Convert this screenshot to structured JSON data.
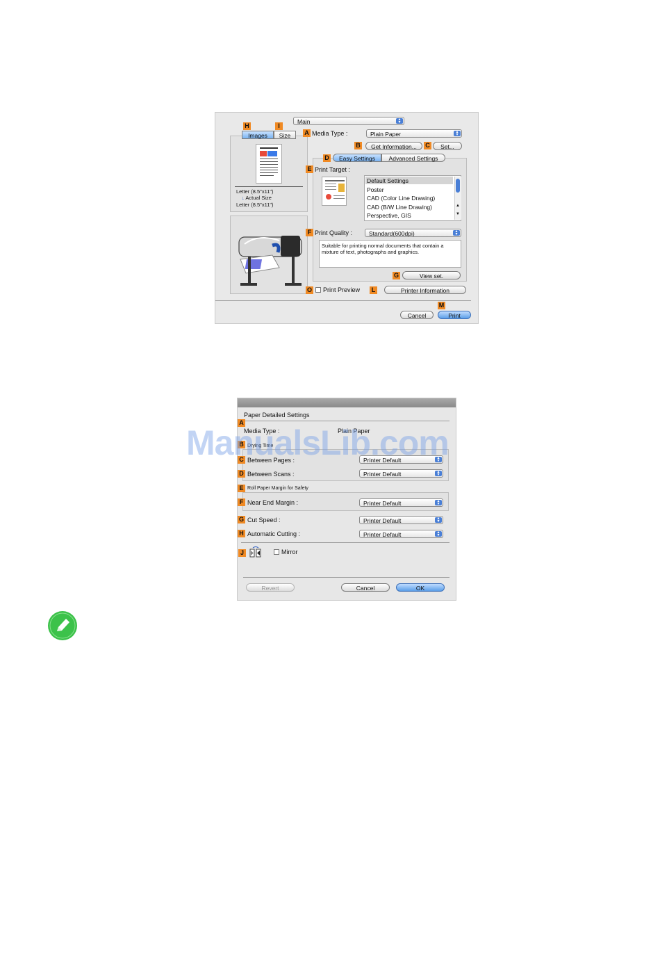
{
  "dialog_main": {
    "print_settings_select": "Main",
    "tabs": [
      "Images",
      "Size"
    ],
    "badges": {
      "A": "A",
      "B": "B",
      "C": "C",
      "D": "D",
      "E": "E",
      "F": "F",
      "G": "G",
      "H": "H",
      "I": "I",
      "L": "L",
      "M": "M",
      "O": "O"
    },
    "preview": {
      "paper_from": "Letter (8.5\"x11\")",
      "arrow_label": "Actual Size",
      "paper_to": "Letter (8.5\"x11\")"
    },
    "media_type_label": "Media Type :",
    "media_type_value": "Plain Paper",
    "get_information_button": "Get Information...",
    "set_button": "Set...",
    "settings_tabs": [
      "Easy Settings",
      "Advanced Settings"
    ],
    "print_target_label": "Print Target :",
    "print_target_items": [
      "Default Settings",
      "Poster",
      "CAD (Color Line Drawing)",
      "CAD (B/W Line Drawing)",
      "Perspective, GIS"
    ],
    "print_quality_label": "Print Quality :",
    "print_quality_value": "Standard(600dpi)",
    "description": "Suitable for printing normal documents that contain a mixture of text, photographs and graphics.",
    "view_set_button": "View set.",
    "print_preview_label": "Print Preview",
    "printer_information_button": "Printer Information",
    "cancel_button": "Cancel",
    "print_button": "Print"
  },
  "dialog_paper": {
    "title": "Paper Detailed Settings",
    "badges": {
      "A": "A",
      "B": "B",
      "C": "C",
      "D": "D",
      "E": "E",
      "F": "F",
      "G": "G",
      "H": "H",
      "J": "J"
    },
    "media_type_label": "Media Type :",
    "media_type_value": "Plain Paper",
    "drying_time_label": "Drying Time",
    "between_pages_label": "Between Pages :",
    "between_pages_value": "Printer Default",
    "between_scans_label": "Between Scans :",
    "between_scans_value": "Printer Default",
    "roll_margin_label": "Roll Paper Margin for Safety",
    "near_end_margin_label": "Near End Margin :",
    "near_end_margin_value": "Printer Default",
    "cut_speed_label": "Cut Speed :",
    "cut_speed_value": "Printer Default",
    "automatic_cutting_label": "Automatic Cutting :",
    "automatic_cutting_value": "Printer Default",
    "mirror_label": "Mirror",
    "revert_button": "Revert",
    "cancel_button": "Cancel",
    "ok_button": "OK"
  },
  "watermark": "ManualsLib.com",
  "colors": {
    "badge": "#f08a24",
    "accent": "#5b9ee8",
    "note_icon": "#3cc24a"
  }
}
